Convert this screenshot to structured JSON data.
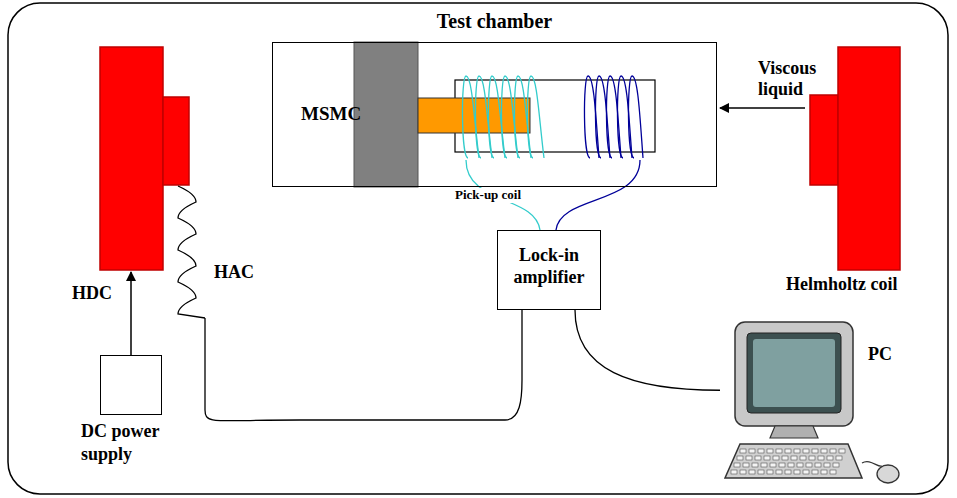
{
  "diagram": {
    "nodes": [
      {
        "text": [
          "Test chamber"
        ]
      },
      {
        "text": [
          "MSMC"
        ],
        "in": 0
      },
      {
        "text": [
          "Lock-in amplifier"
        ]
      },
      {
        "text": [
          "DC power supply"
        ]
      },
      {
        "text": [
          "PC"
        ]
      }
    ],
    "edges": [
      {
        "from": 2,
        "to": 4,
        "arrow": "none"
      }
    ],
    "labels": [
      "Pick-up coil",
      "Viscous liquid",
      "Helmholtz coil",
      "HDC",
      "HAC"
    ]
  }
}
